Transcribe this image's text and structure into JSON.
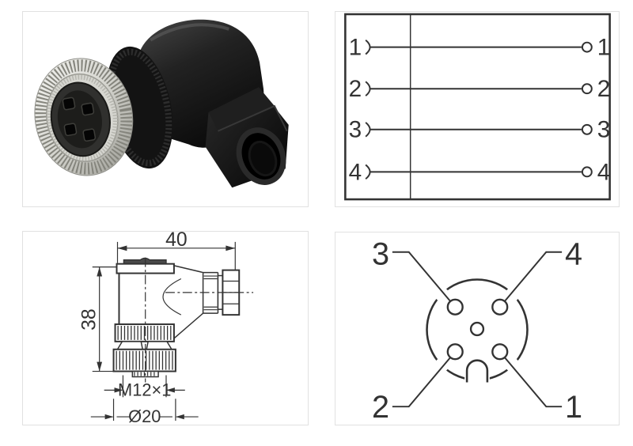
{
  "colors": {
    "background": "#ffffff",
    "panel_border": "#e1e1e1",
    "line": "#333333",
    "metal": "#d6d6d0",
    "plastic": "#1a1a1a"
  },
  "wiring_diagram": {
    "rows": [
      {
        "left_label": "1",
        "right_label": "1"
      },
      {
        "left_label": "2",
        "right_label": "2"
      },
      {
        "left_label": "3",
        "right_label": "3"
      },
      {
        "left_label": "4",
        "right_label": "4"
      }
    ]
  },
  "dimension_drawing": {
    "width_dim": "40",
    "height_dim": "38",
    "thread_dim": "M12×1",
    "diameter_dim": "Ø20"
  },
  "pinout": {
    "top_left": "3",
    "top_right": "4",
    "bottom_left": "2",
    "bottom_right": "1"
  }
}
